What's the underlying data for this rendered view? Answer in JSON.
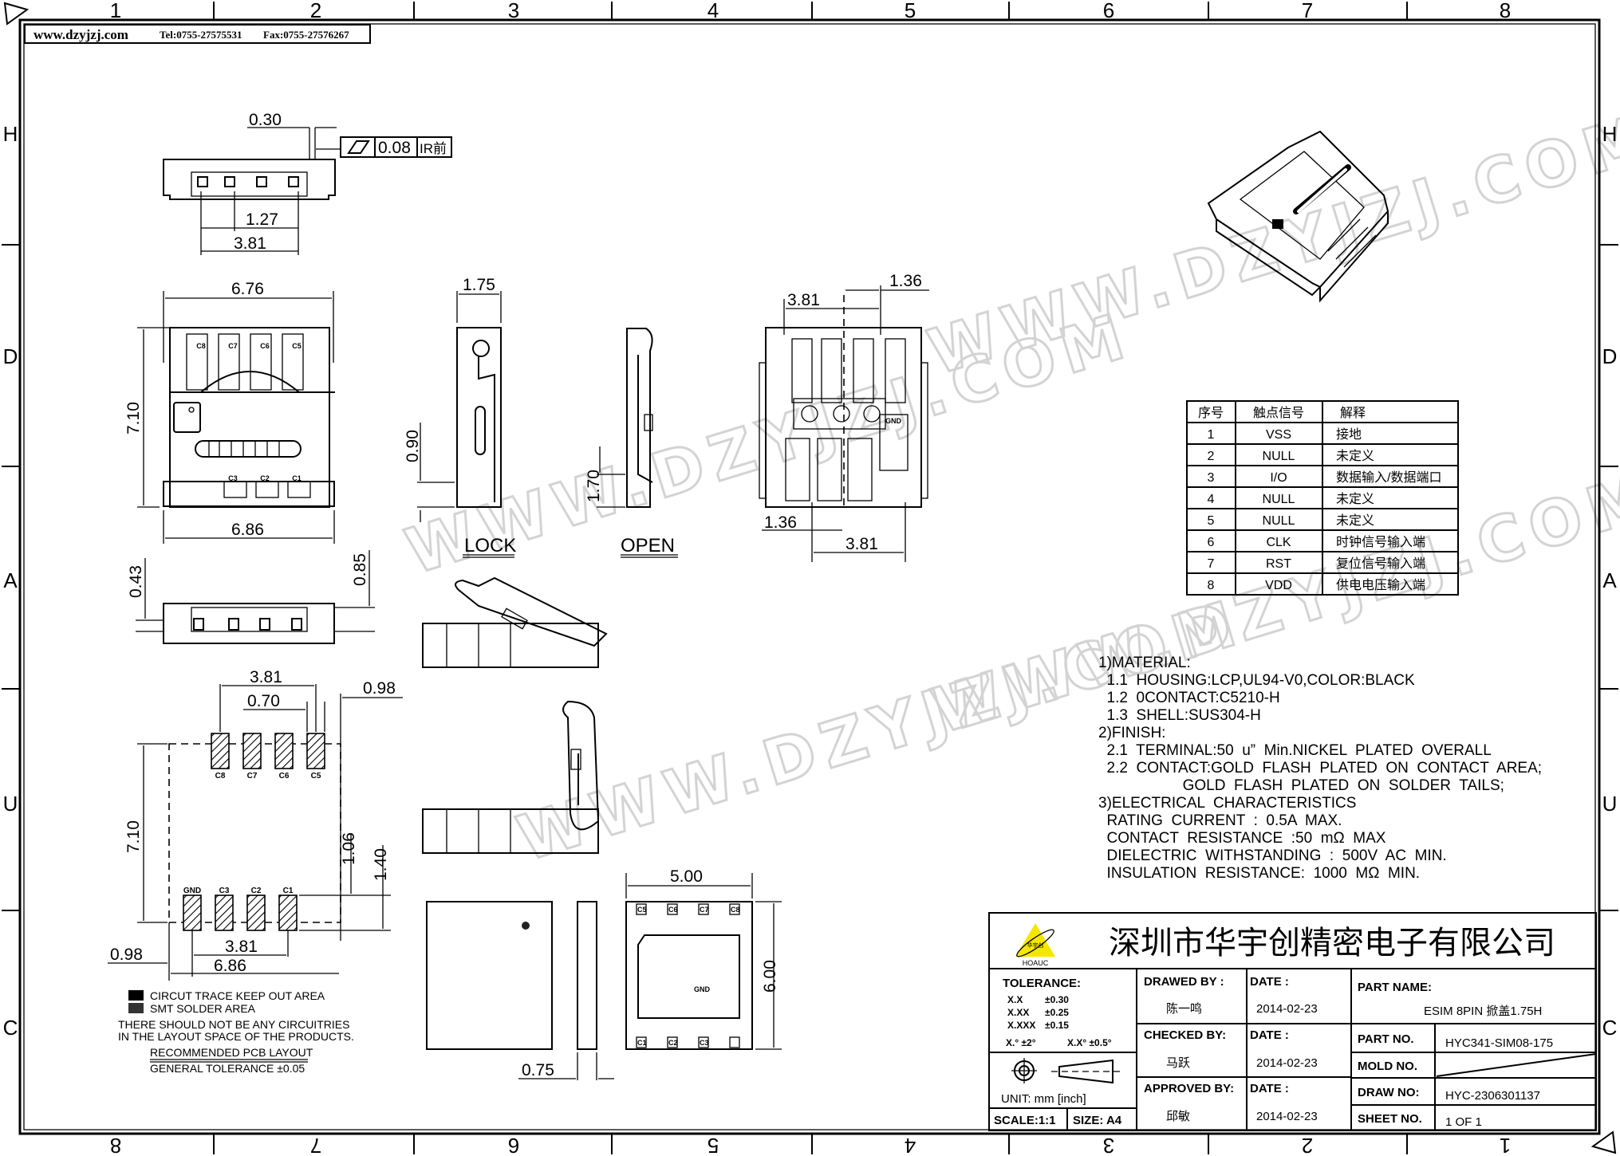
{
  "header": {
    "website": "www.dzyjzj.com",
    "tel": "Tel:0755-27575531",
    "fax": "Fax:0755-27576267"
  },
  "watermark": "WWW.DZYJZJ.COM",
  "frame": {
    "columns_top": [
      "1",
      "2",
      "3",
      "4",
      "5",
      "6",
      "7",
      "8"
    ],
    "columns_bottom": [
      "8",
      "7",
      "6",
      "5",
      "4",
      "3",
      "2",
      "1"
    ],
    "rows": [
      "H",
      "D",
      "A",
      "U",
      "C"
    ]
  },
  "top_view": {
    "dim_pitch_gap": "0.30",
    "flatness_value": "0.08",
    "flatness_note": "IR前",
    "dim_pitch": "1.27",
    "dim_span": "3.81"
  },
  "front_view": {
    "width_top": "6.76",
    "height": "7.10",
    "width_bottom": "6.86",
    "contact_labels": [
      "C8",
      "C7",
      "C6",
      "C5",
      "C3",
      "C2",
      "C1"
    ]
  },
  "front_low_view": {
    "dim_left": "0.43",
    "dim_right": "0.85"
  },
  "side_views": {
    "lock_width": "1.75",
    "lock_height": "0.90",
    "open_height": "1.70",
    "lock_label": "LOCK",
    "open_label": "OPEN"
  },
  "bottom_view": {
    "top_span": "3.81",
    "top_offset": "1.36",
    "bottom_offset": "1.36",
    "bottom_span": "3.81",
    "gnd_label": "GND"
  },
  "pin_table": {
    "headers": [
      "序号",
      "触点信号",
      "解释"
    ],
    "rows": [
      [
        "1",
        "VSS",
        "接地"
      ],
      [
        "2",
        "NULL",
        "未定义"
      ],
      [
        "3",
        "I/O",
        "数据输入/数据端口"
      ],
      [
        "4",
        "NULL",
        "未定义"
      ],
      [
        "5",
        "NULL",
        "未定义"
      ],
      [
        "6",
        "CLK",
        "时钟信号输入端"
      ],
      [
        "7",
        "RST",
        "复位信号输入端"
      ],
      [
        "8",
        "VDD",
        "供电电压输入端"
      ]
    ]
  },
  "notes": [
    "1)MATERIAL:",
    "  1.1  HOUSING:LCP,UL94-V0,COLOR:BLACK",
    "  1.2  0CONTACT:C5210-H",
    "  1.3  SHELL:SUS304-H",
    "2)FINISH:",
    "  2.1  TERMINAL:50  u”  Min.NICKEL  PLATED  OVERALL",
    "  2.2  CONTACT:GOLD  FLASH  PLATED  ON  CONTACT  AREA;",
    "                    GOLD  FLASH  PLATED  ON  SOLDER  TAILS;",
    "3)ELECTRICAL  CHARACTERISTICS",
    "  RATING  CURRENT  :  0.5A  MAX.",
    "  CONTACT  RESISTANCE  :50  mΩ  MAX",
    "  DIELECTRIC  WITHSTANDING  :  500V  AC  MIN.",
    "  INSULATION  RESISTANCE:  1000  MΩ  MIN."
  ],
  "pcb_layout": {
    "top_span": "3.81",
    "pad_width": "0.70",
    "right_offset": "0.98",
    "height": "7.10",
    "dim_a": "1.06",
    "dim_b": "1.40",
    "bottom_span": "3.81",
    "left_offset": "0.98",
    "total_width": "6.86",
    "top_pads": [
      "C8",
      "C7",
      "C6",
      "C5"
    ],
    "bottom_pads": [
      "GND",
      "C3",
      "C2",
      "C1"
    ],
    "legend": [
      "CIRCUT  TRACE  KEEP  OUT  AREA",
      "SMT  SOLDER  AREA"
    ],
    "note_lines": [
      "THERE  SHOULD  NOT  BE  ANY  CIRCUITRIES",
      "IN  THE  LAYOUT  SPACE  OF  THE  PRODUCTS."
    ],
    "title": "RECOMMENDED  PCB  LAYOUT",
    "tolerance": "GENERAL  TOLERANCE  ±0.05"
  },
  "card_views": {
    "thickness": "0.75",
    "width": "5.00",
    "height": "6.00",
    "top_pads": [
      "C5",
      "C6",
      "C7",
      "C8"
    ],
    "bottom_pads": [
      "C1",
      "C2",
      "C3"
    ],
    "gnd_label": "GND"
  },
  "title_block": {
    "logo_text": "HOAUC",
    "logo_cn": "华宇创",
    "company": "深圳市华宇创精密电子有限公司",
    "tolerance_label": "TOLERANCE:",
    "tolerances": [
      [
        "X.X",
        "±0.30"
      ],
      [
        "X.XX",
        "±0.25"
      ],
      [
        "X.XXX",
        "±0.15"
      ]
    ],
    "angle_tol_1": "X.°  ±2°",
    "angle_tol_2": "X.X°  ±0.5°",
    "unit": "UNIT:  mm  [inch]",
    "scale": "SCALE:1:1",
    "size": "SIZE:  A4",
    "drawed_by_label": "DRAWED  BY :",
    "drawed_by": "陈一鸣",
    "checked_by_label": "CHECKED  BY:",
    "checked_by": "马跃",
    "approved_by_label": "APPROVED  BY:",
    "approved_by": "邱敏",
    "date_label": "DATE :",
    "date_drawn": "2014-02-23",
    "date_checked": "2014-02-23",
    "date_approved": "2014-02-23",
    "part_name_label": "PART  NAME:",
    "part_name": "ESIM 8PIN 掀盖1.75H",
    "part_no_label": "PART  NO.",
    "part_no": "HYC341-SIM08-175",
    "mold_no_label": "MOLD  NO.",
    "draw_no_label": "DRAW  NO:",
    "draw_no": "HYC-2306301137",
    "sheet_no_label": "SHEET  NO.",
    "sheet_no": "1  OF  1",
    "logo_color": "#f5e600"
  }
}
